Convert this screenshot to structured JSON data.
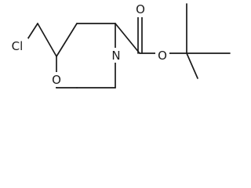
{
  "molecule": {
    "atoms": {
      "cl": "Cl",
      "ring_oxygen": "O",
      "nitrogen": "N",
      "carbonyl_oxygen": "O",
      "ester_oxygen": "O"
    }
  }
}
